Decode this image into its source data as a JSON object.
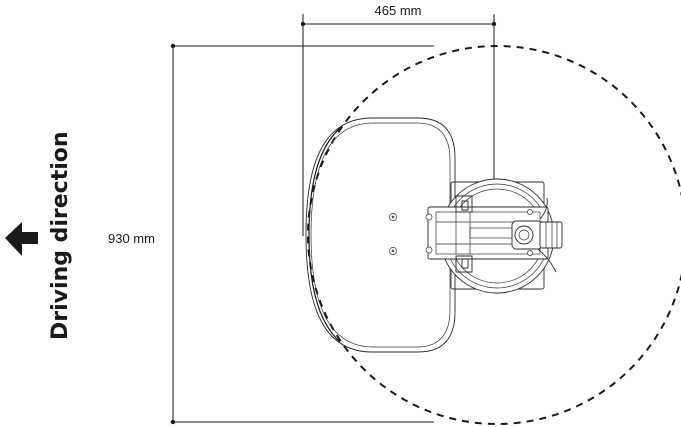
{
  "dimensions": {
    "width_label": "465 mm",
    "length_label": "930 mm"
  },
  "direction": {
    "label": "Driving direction",
    "arrow_icon": "arrow-left-icon"
  },
  "colors": {
    "line": "#1a1a1a",
    "background": "#ffffff"
  }
}
